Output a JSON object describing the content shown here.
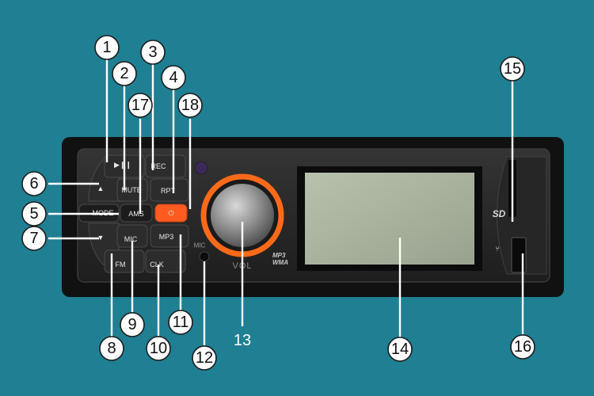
{
  "buttons": {
    "play_pause": "▶❙❙",
    "rec": "REC",
    "mute": "MUTE",
    "rpt": "RPT",
    "mode": "MODE",
    "ams": "AMS",
    "mic": "MIC",
    "mp3": "MP3",
    "fm": "FM",
    "clk": "CLK"
  },
  "labels": {
    "mic_jack": "MIC",
    "vol": "VOL",
    "format_line1": "MP3",
    "format_line2": "WMA",
    "sd": "SD"
  },
  "callouts": [
    "1",
    "2",
    "3",
    "4",
    "5",
    "6",
    "7",
    "8",
    "9",
    "10",
    "11",
    "12",
    "13",
    "14",
    "15",
    "16",
    "17",
    "18"
  ],
  "colors": {
    "background": "#1f7f93",
    "chassis": "#141414",
    "faceplate": "#2a2a2a",
    "knob_ring": "#ff6a1a",
    "power_button": "#ff5a1f",
    "lcd": "#aab5a0",
    "callout_line": "#ffffff"
  }
}
